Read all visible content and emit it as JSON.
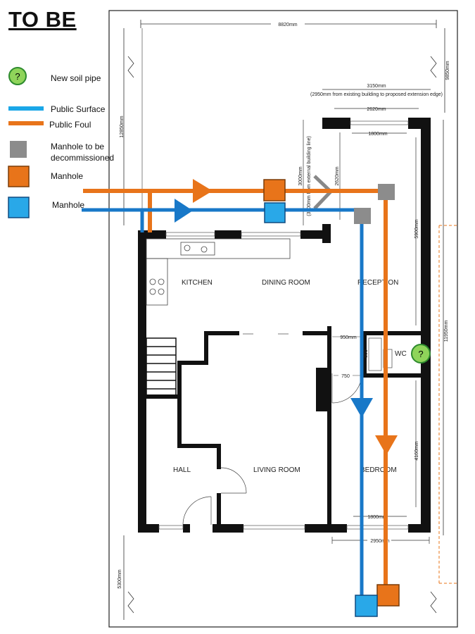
{
  "title": "TO BE",
  "legend": {
    "new_soil_pipe": "New soil pipe",
    "public_surface": "Public Surface",
    "public_foul": "Public Foul",
    "manhole_decommissioned_1": "Manhole  to be",
    "manhole_decommissioned_2": "decommissioned",
    "manhole_foul": "Manhole",
    "manhole_surface": "Manhole",
    "question_mark": "?"
  },
  "colors": {
    "foul": "#e8741a",
    "surface": "#1878c8",
    "surface_legend": "#1aa7e8",
    "decommissioned": "#8c8c8c",
    "manhole_surface": "#29a8e8",
    "soil_pipe": "#8fd45a",
    "wall": "#111111"
  },
  "rooms": {
    "kitchen": "KITCHEN",
    "dining": "DINING ROOM",
    "reception": "RECEPTION",
    "wc": "WC",
    "hall": "HALL",
    "living": "LIVING ROOM",
    "bedroom": "BEDROOM"
  },
  "dimensions": {
    "overall_width": "8820mm",
    "overall_depth_front": "12850mm",
    "overall_depth_right": "9850mm",
    "ext_width": "3150mm",
    "ext_note": "(2950mm from existing building to proposed extension edge)",
    "ext_inner": "2620mm",
    "window_top": "1800mm",
    "depth_3000": "3000mm",
    "depth_3000_note": "(3000mm from external building line)",
    "depth_2620": "2620mm",
    "reception_depth": "5900mm",
    "total_right": "11950mm",
    "wc_950": "950mm",
    "door_750": "750",
    "wc_800": "800",
    "bedroom_depth": "4160mm",
    "window_bottom": "1800mm",
    "bottom_width": "2950mm",
    "bottom_depth": "5300mm"
  }
}
